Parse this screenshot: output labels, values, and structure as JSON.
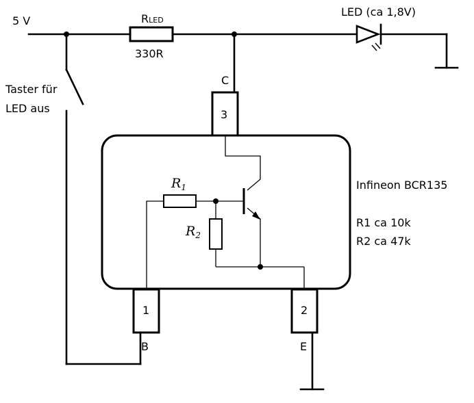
{
  "supply": {
    "label": "5 V"
  },
  "resistor_led": {
    "name_main": "R",
    "name_sub": "LED",
    "value": "330R"
  },
  "led": {
    "label": "LED (ca 1,8V)"
  },
  "switch": {
    "label_line1": "Taster für",
    "label_line2": "LED aus"
  },
  "ic": {
    "name": "Infineon BCR135",
    "r1_note": "R1 ca 10k",
    "r2_note": "R2 ca 47k",
    "r1_symbol": "R",
    "r1_index": "1",
    "r2_symbol": "R",
    "r2_index": "2"
  },
  "pins": {
    "collector": {
      "number": "3",
      "letter": "C"
    },
    "base": {
      "number": "1",
      "letter": "B"
    },
    "emitter": {
      "number": "2",
      "letter": "E"
    }
  }
}
